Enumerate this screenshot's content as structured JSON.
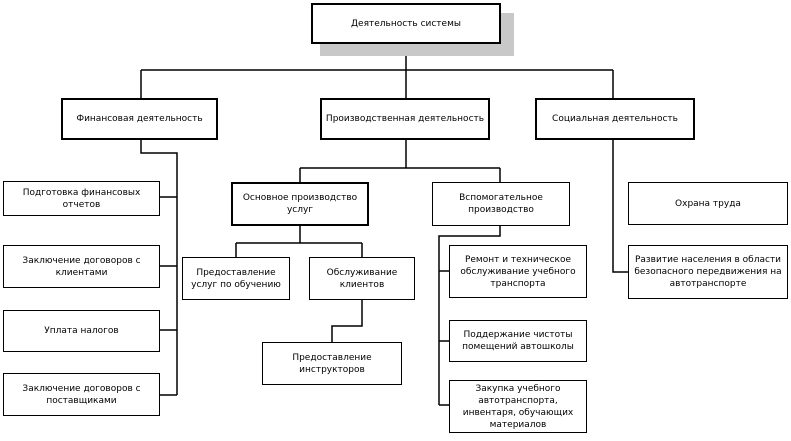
{
  "diagram": {
    "root": "Деятельность системы",
    "financial": {
      "title": "Финансовая деятельность",
      "items": [
        "Подготовка финансовых отчетов",
        "Заключение договоров с клиентами",
        "Уплата налогов",
        "Заключение договоров с поставщиками"
      ]
    },
    "production": {
      "title": "Производственная деятельность",
      "main": {
        "title": "Основное производство услуг",
        "training": "Предоставление услуг по обучению",
        "clients": "Обслуживание клиентов",
        "instructors": "Предоставление инструкторов"
      },
      "auxiliary": {
        "title": "Вспомогательное производство",
        "items": [
          "Ремонт и техническое обслуживание учебного транспорта",
          "Поддержание чистоты помещений автошколы",
          "Закупка учебного автотранспорта, инвентаря, обучающих материалов"
        ]
      }
    },
    "social": {
      "title": "Социальная деятельность",
      "items": [
        "Охрана труда",
        "Развитие населения в области безопасного передвижения на автотранспорте"
      ]
    }
  }
}
